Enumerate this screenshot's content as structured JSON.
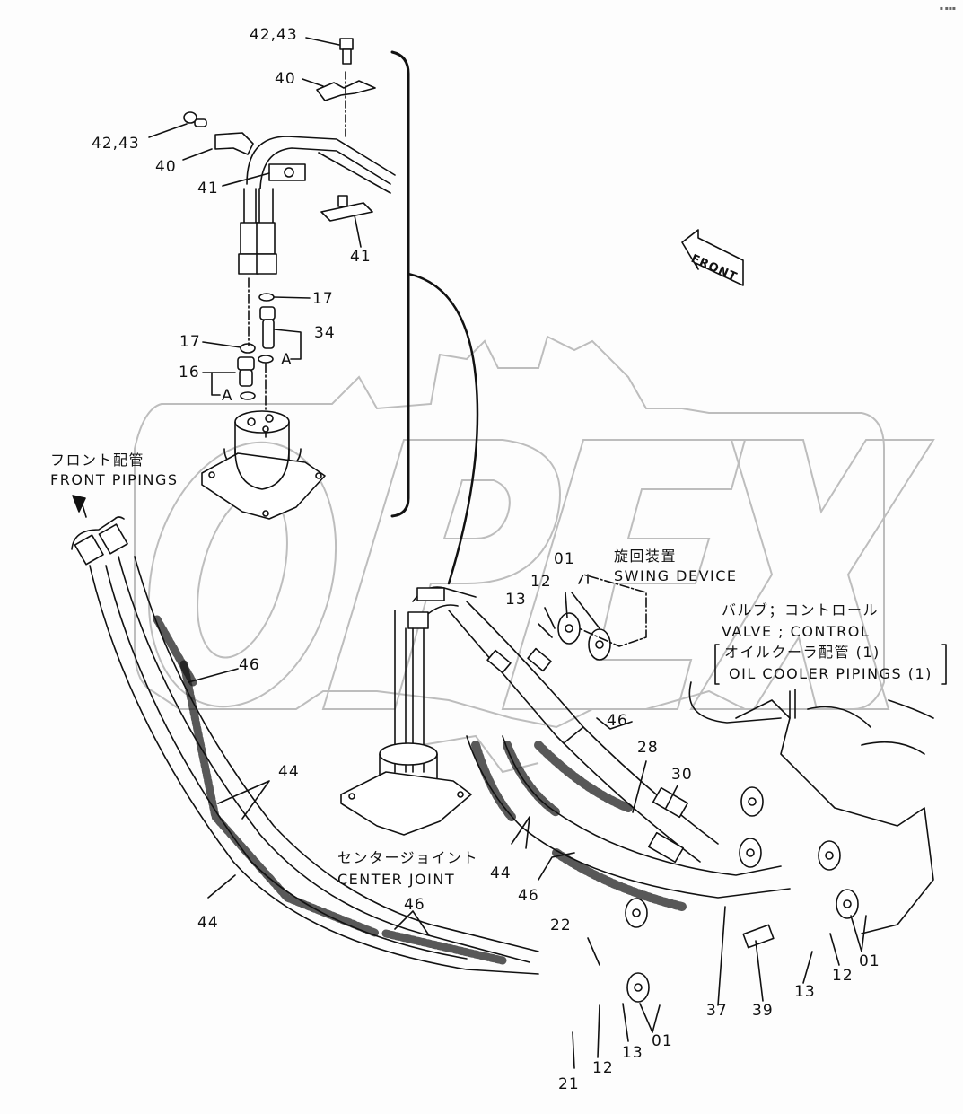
{
  "diagram": {
    "title": "Center joint / front & oil cooler pipings parts diagram",
    "watermark": "OPEX",
    "front_arrow_label": "FRONT",
    "colors": {
      "line": "#111111",
      "watermark": "#bdbdbd",
      "background": "#fdfdfd"
    }
  },
  "captions": {
    "front_pipings_jp": "フロント配管",
    "front_pipings_en": "FRONT PIPINGS",
    "swing_device_jp": "旋回装置",
    "swing_device_en": "SWING DEVICE",
    "valve_control_jp": "バルブ；コントロール",
    "valve_control_en": "VALVE ; CONTROL",
    "oil_cooler_jp": "オイルクーラ配管 (1)",
    "oil_cooler_en": "OIL COOLER PIPINGS (1)",
    "center_joint_jp": "センタージョイント",
    "center_joint_en": "CENTER JOINT"
  },
  "callouts": [
    {
      "id": "c1",
      "text": "42,43"
    },
    {
      "id": "c2",
      "text": "40"
    },
    {
      "id": "c3",
      "text": "42,43"
    },
    {
      "id": "c4",
      "text": "40"
    },
    {
      "id": "c5",
      "text": "41"
    },
    {
      "id": "c6",
      "text": "41"
    },
    {
      "id": "c7",
      "text": "17"
    },
    {
      "id": "c8",
      "text": "34"
    },
    {
      "id": "c9",
      "text": "17"
    },
    {
      "id": "c10",
      "text": "A"
    },
    {
      "id": "c11",
      "text": "16"
    },
    {
      "id": "c12",
      "text": "A"
    },
    {
      "id": "c13",
      "text": "01"
    },
    {
      "id": "c14",
      "text": "12"
    },
    {
      "id": "c15",
      "text": "13"
    },
    {
      "id": "c16",
      "text": "46"
    },
    {
      "id": "c17",
      "text": "46"
    },
    {
      "id": "c18",
      "text": "28"
    },
    {
      "id": "c19",
      "text": "30"
    },
    {
      "id": "c20",
      "text": "44"
    },
    {
      "id": "c21",
      "text": "44"
    },
    {
      "id": "c22",
      "text": "46"
    },
    {
      "id": "c23",
      "text": "44"
    },
    {
      "id": "c24",
      "text": "46"
    },
    {
      "id": "c25",
      "text": "22"
    },
    {
      "id": "c26",
      "text": "37"
    },
    {
      "id": "c27",
      "text": "39"
    },
    {
      "id": "c28",
      "text": "13"
    },
    {
      "id": "c29",
      "text": "12"
    },
    {
      "id": "c30",
      "text": "01"
    },
    {
      "id": "c31",
      "text": "01"
    },
    {
      "id": "c32",
      "text": "13"
    },
    {
      "id": "c33",
      "text": "12"
    },
    {
      "id": "c34",
      "text": "21"
    }
  ]
}
